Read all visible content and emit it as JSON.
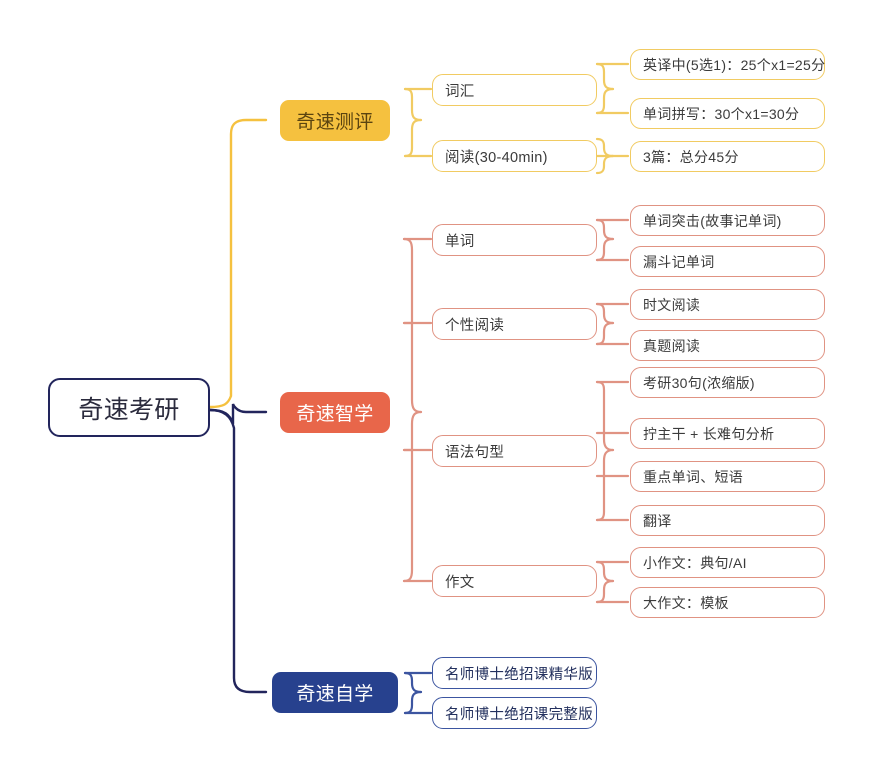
{
  "diagram": {
    "type": "mind-map",
    "title": "奇速考研",
    "colors": {
      "root_border": "#22255c",
      "branch_assessment": "#f5c13f",
      "branch_smart_learning": "#e8664a",
      "branch_self_study": "#27418e"
    },
    "root": {
      "label": "奇速考研"
    },
    "branches": [
      {
        "id": "assessment",
        "label": "奇速测评",
        "color": "#f5c13f",
        "children": [
          {
            "label": "词汇",
            "leaves": [
              {
                "label": "英译中(5选1)：25个x1=25分"
              },
              {
                "label": "单词拼写：30个x1=30分"
              }
            ]
          },
          {
            "label": "阅读(30-40min)",
            "leaves": [
              {
                "label": "3篇：总分45分"
              }
            ]
          }
        ]
      },
      {
        "id": "smart-learning",
        "label": "奇速智学",
        "color": "#e8664a",
        "children": [
          {
            "label": "单词",
            "leaves": [
              {
                "label": "单词突击(故事记单词)"
              },
              {
                "label": "漏斗记单词"
              }
            ]
          },
          {
            "label": "个性阅读",
            "leaves": [
              {
                "label": "时文阅读"
              },
              {
                "label": "真题阅读"
              }
            ]
          },
          {
            "label": "语法句型",
            "leaves": [
              {
                "label": "考研30句(浓缩版)"
              },
              {
                "label": "拧主干 + 长难句分析"
              },
              {
                "label": "重点单词、短语"
              },
              {
                "label": "翻译"
              }
            ]
          },
          {
            "label": "作文",
            "leaves": [
              {
                "label": "小作文：典句/AI"
              },
              {
                "label": "大作文：模板"
              }
            ]
          }
        ]
      },
      {
        "id": "self-study",
        "label": "奇速自学",
        "color": "#27418e",
        "children": [
          {
            "label": "名师博士绝招课精华版",
            "leaves": []
          },
          {
            "label": "名师博士绝招课完整版",
            "leaves": []
          }
        ]
      }
    ]
  }
}
